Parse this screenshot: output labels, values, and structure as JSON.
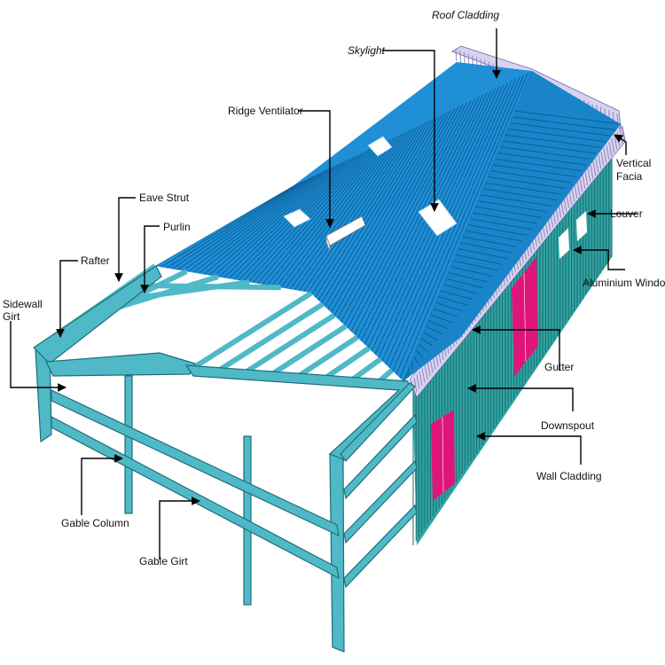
{
  "labels": {
    "roof_cladding": "Roof Cladding",
    "skylight": "Skylight",
    "ridge_ventilator": "Ridge Ventilator",
    "eave_strut": "Eave Strut",
    "purlin": "Purlin",
    "rafter": "Rafter",
    "sidewall_girt_line1": "Sidewall",
    "sidewall_girt_line2": "Girt",
    "vertical_facia_line1": "Vertical",
    "vertical_facia_line2": "Facia",
    "louver": "Louver",
    "aluminium_window": "Aluminium Window",
    "gutter": "Gutter",
    "downspout": "Downspout",
    "wall_cladding": "Wall Cladding",
    "gable_column": "Gable Column",
    "gable_girt": "Gable Girt"
  },
  "colors": {
    "roof": "#1f8fd6",
    "roof_rib": "#0d5f98",
    "frame": "#4fb9c7",
    "frame_edge": "#1f6d78",
    "wall": "#2fa3a3",
    "wall_rib": "#1d6f72",
    "facia": "#d9d3f0",
    "door": "#e0157a",
    "skylight": "#ffffff"
  },
  "icons": {
    "ridge_ventilator": "ridge-ventilator-icon",
    "skylight": "skylight-icon",
    "door": "door-icon",
    "window": "window-icon",
    "arrow": "arrow-icon"
  }
}
